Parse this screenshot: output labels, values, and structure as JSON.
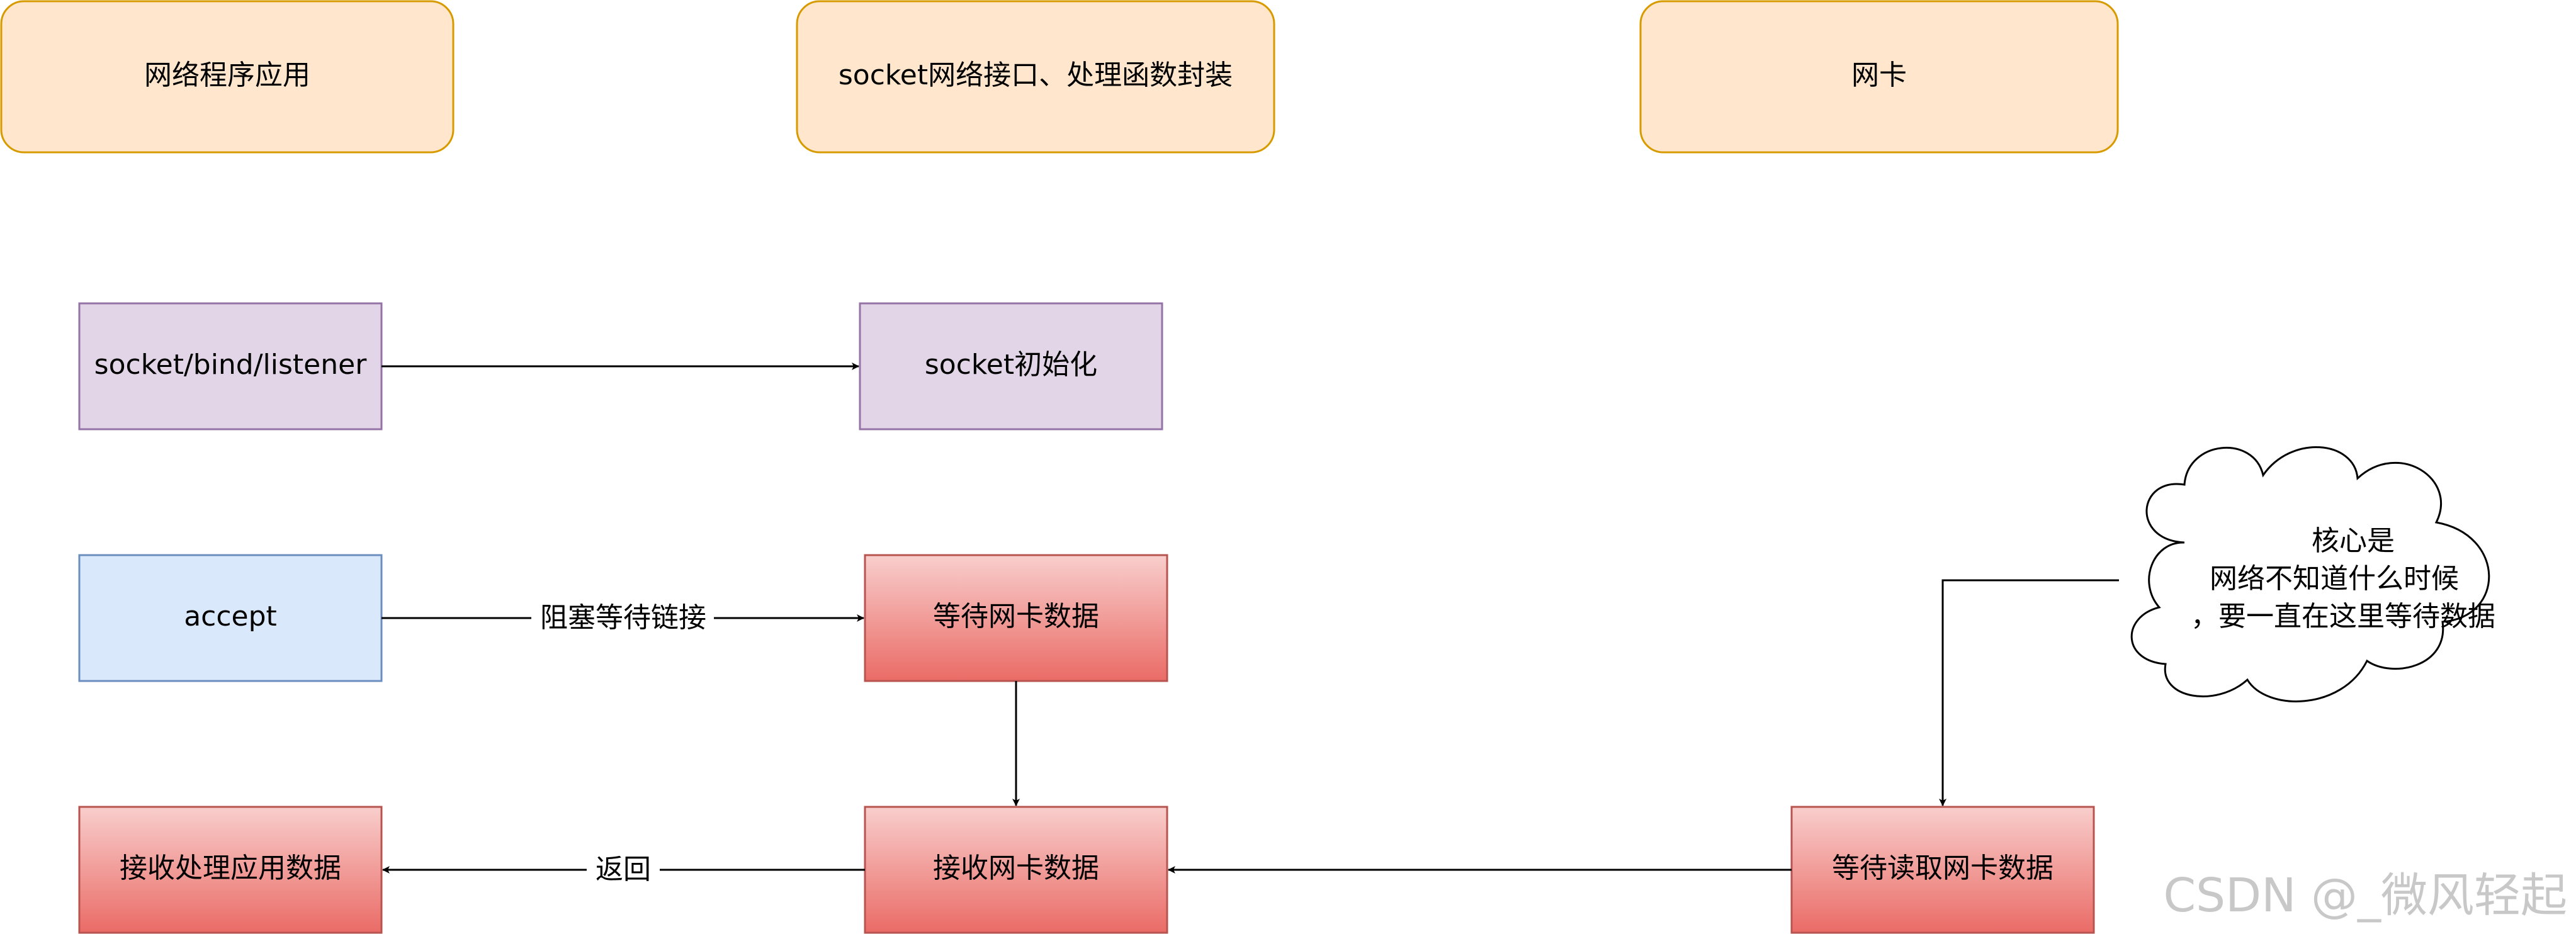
{
  "lanes": [
    {
      "id": "app",
      "label": "网络程序应用"
    },
    {
      "id": "socket",
      "label": "socket网络接口、处理函数封装"
    },
    {
      "id": "nic",
      "label": "网卡"
    }
  ],
  "nodes": {
    "socket_bind": "socket/bind/listener",
    "socket_init": "socket初始化",
    "accept": "accept",
    "wait_nic": "等待网卡数据",
    "recv_nic": "接收网卡数据",
    "recv_process": "接收处理应用数据",
    "wait_read": "等待读取网卡数据"
  },
  "edges": {
    "block_wait": "阻塞等待链接",
    "return": "返回"
  },
  "cloud": {
    "lines": [
      "核心是",
      "网络不知道什么时候",
      "，要一直在这里等待数据"
    ]
  },
  "watermark": "CSDN @_微风轻起",
  "colors": {
    "lane_fill": "#ffe6cc",
    "lane_stroke": "#d79b00",
    "purple_fill": "#e1d5e7",
    "purple_stroke": "#9673a6",
    "blue_fill": "#dae8fc",
    "blue_stroke": "#6c8ebf",
    "red_top": "#f8cecc",
    "red_bottom": "#ea6b66",
    "red_stroke": "#b85450"
  }
}
